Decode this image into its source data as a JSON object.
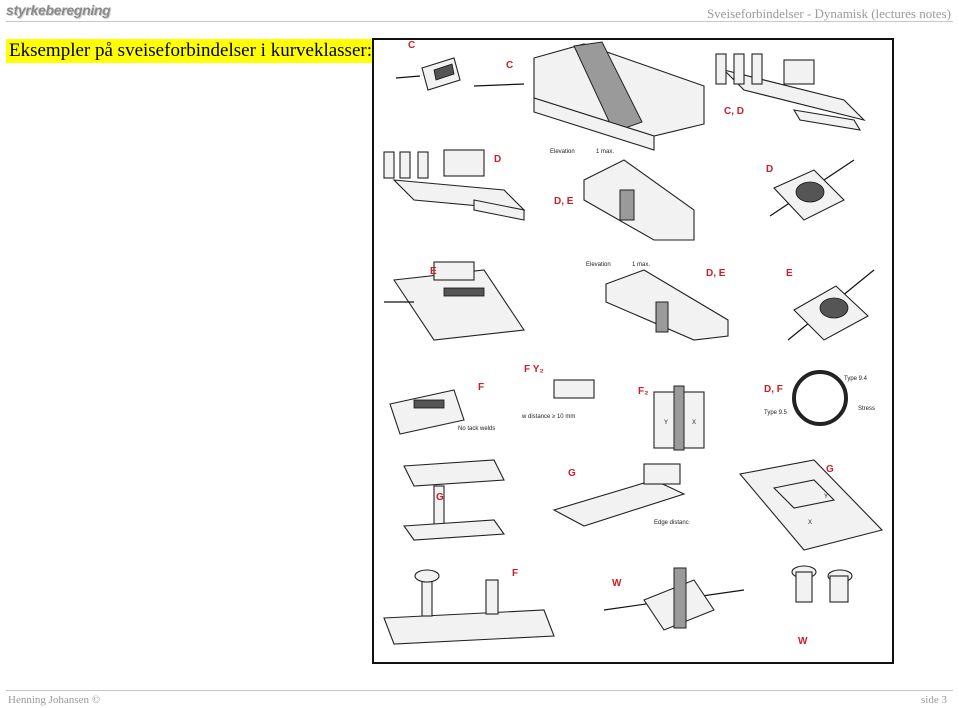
{
  "header": {
    "logo_text": "styrkeberegning",
    "title": "Sveiseforbindelser - Dynamisk (lectures notes)"
  },
  "slide": {
    "heading": "Eksempler på sveiseforbindelser i kurveklasser:"
  },
  "figure": {
    "labels": {
      "c1": "C",
      "c2": "C",
      "cd": "C, D",
      "d1": "D",
      "d2": "D",
      "de1": "D, E",
      "de2": "D, E",
      "e1": "E",
      "e2": "E",
      "f1": "F",
      "fy2": "F  Y₂",
      "f2": "F₂",
      "df": "D, F",
      "g1": "G",
      "g2": "G",
      "g3": "G",
      "f3": "F",
      "w1": "W",
      "w2": "W"
    },
    "annotations": {
      "elevation1": "Elevation",
      "max1": "1 max.",
      "elevation2": "Elevation",
      "max2": "1 max.",
      "no_tack": "No tack welds",
      "w_distance": "w distance ≥ 10 mm",
      "stress": "Stress",
      "type94": "Type 9.4",
      "type95": "Type 9.5",
      "edge_distance": "Edge distanc",
      "x1": "X",
      "y1": "Y",
      "x2": "X",
      "y2": "Y"
    }
  },
  "footer": {
    "author": "Henning Johansen ©",
    "page": "side 3"
  },
  "colors": {
    "heading_highlight": "#ffff00",
    "label_red": "#c8202a",
    "header_text": "#9a9a9a"
  }
}
